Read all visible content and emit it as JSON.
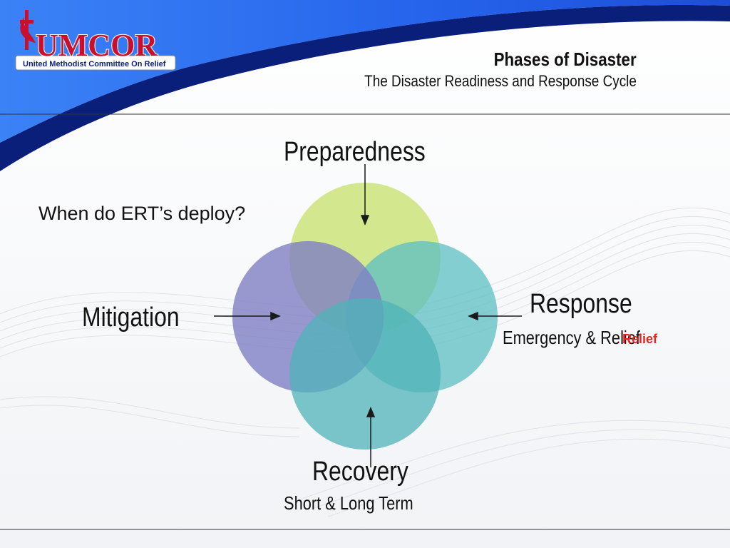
{
  "header": {
    "logo_text": "UMCOR",
    "logo_subtitle": "United Methodist Committee On Relief",
    "title": "Phases of Disaster",
    "subtitle": "The Disaster Readiness and Response Cycle"
  },
  "question": "When do ERT’s deploy?",
  "phases": {
    "preparedness": {
      "label": "Preparedness",
      "color": "#c5e06a"
    },
    "response": {
      "label": "Response",
      "sublabel": "Emergency & Relief",
      "overlay": "Relief",
      "color": "#5cbfc3"
    },
    "recovery": {
      "label": "Recovery",
      "sublabel": "Short & Long Term",
      "color": "#4fb3b8"
    },
    "mitigation": {
      "label": "Mitigation",
      "color": "#7f7fc4"
    }
  },
  "colors": {
    "banner_dark": "#0a1f7a",
    "banner_light": "#2c6ef0",
    "logo_red": "#c8102e",
    "overlay_red": "#e8261d"
  }
}
